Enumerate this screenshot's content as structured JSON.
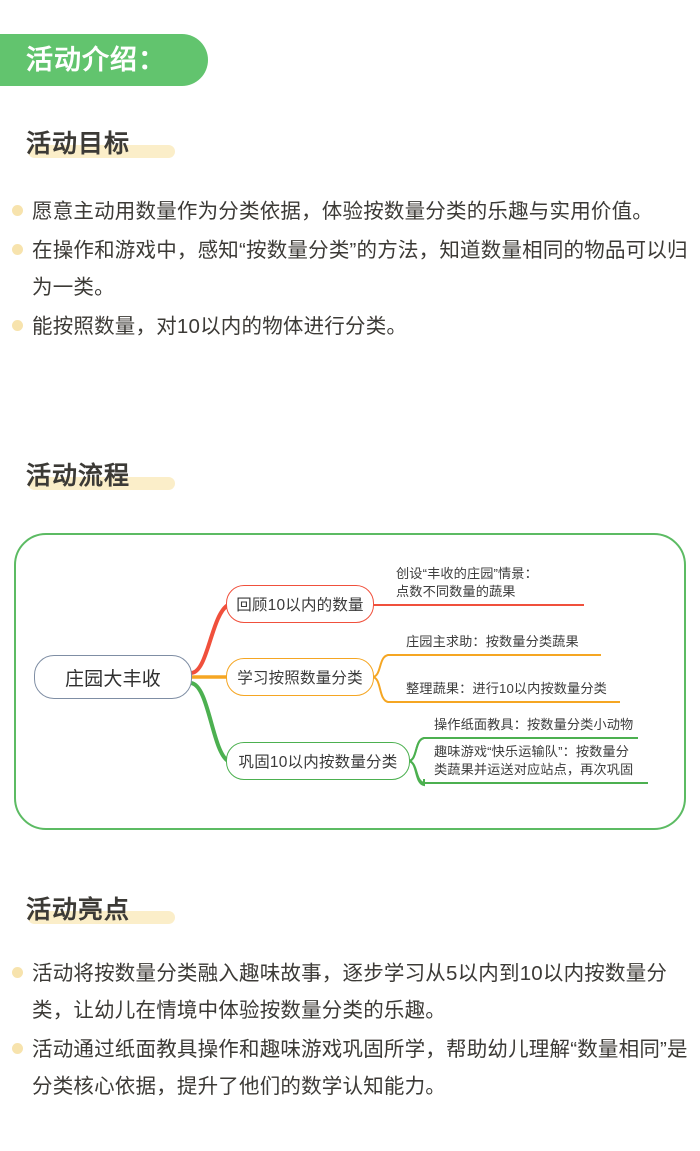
{
  "banner": {
    "title": "活动介绍："
  },
  "theme": {
    "green": "#62c46e",
    "mindmap_border": "#5cbb63",
    "highlight": "#fbeec9",
    "bullet": "#f7e3ad",
    "root_border": "#7f8ea4",
    "branch_red": "#f0503c",
    "branch_orange": "#f5a623",
    "branch_green": "#4cb050",
    "text": "#3c3a36"
  },
  "sections": {
    "goals": {
      "heading": "活动目标",
      "items": [
        "愿意主动用数量作为分类依据，体验按数量分类的乐趣与实用价值。",
        "在操作和游戏中，感知“按数量分类”的方法，知道数量相同的物品可以归为一类。",
        "能按照数量，对10以内的物体进行分类。"
      ]
    },
    "flow": {
      "heading": "活动流程"
    },
    "highlights": {
      "heading": "活动亮点",
      "items": [
        "活动将按数量分类融入趣味故事，逐步学习从5以内到10以内按数量分类，让幼儿在情境中体验按数量分类的乐趣。",
        "活动通过纸面教具操作和趣味游戏巩固所学，帮助幼儿理解“数量相同”是分类核心依据，提升了他们的数学认知能力。"
      ]
    }
  },
  "mindmap": {
    "root": "庄园大丰收",
    "branches": [
      {
        "label": "回顾10以内的数量",
        "color": "#f0503c",
        "leaves": [
          "创设“丰收的庄园”情景：\n点数不同数量的蔬果"
        ]
      },
      {
        "label": "学习按照数量分类",
        "color": "#f5a623",
        "leaves": [
          "庄园主求助：按数量分类蔬果",
          "整理蔬果：进行10以内按数量分类"
        ]
      },
      {
        "label": "巩固10以内按数量分类",
        "color": "#4cb050",
        "leaves": [
          "操作纸面教具：按数量分类小动物",
          "趣味游戏“快乐运输队”：按数量分\n类蔬果并运送对应站点，再次巩固"
        ]
      }
    ]
  }
}
